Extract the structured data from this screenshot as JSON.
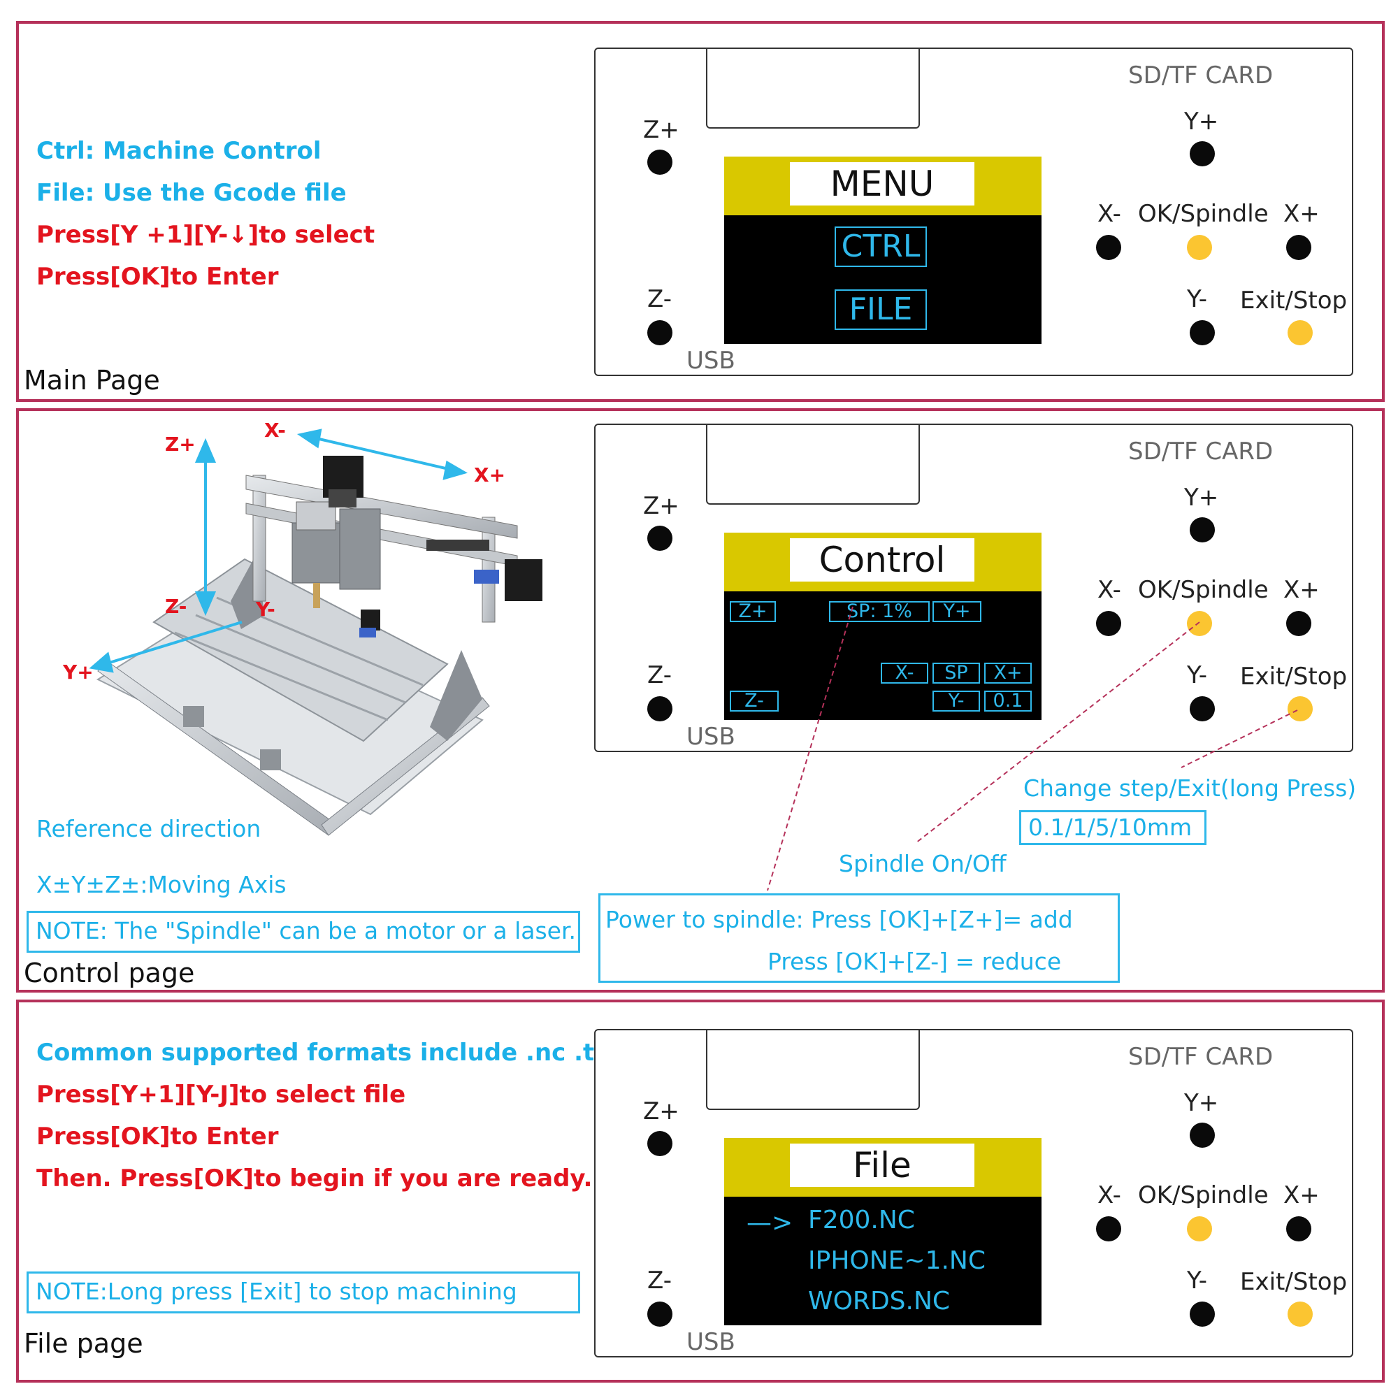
{
  "colors": {
    "border": "#b5315a",
    "cyan": "#1bb0e8",
    "red": "#e3141e",
    "lcd_yellow": "#d9c800",
    "button_yellow": "#fbc531"
  },
  "controller": {
    "sd_label": "SD/TF CARD",
    "usb_label": "USB",
    "z_plus": "Z+",
    "z_minus": "Z-",
    "y_plus": "Y+",
    "y_minus": "Y-",
    "x_minus": "X-",
    "x_plus": "X+",
    "ok_spindle": "OK/Spindle",
    "exit_stop": "Exit/Stop"
  },
  "main_page": {
    "title": "Main Page",
    "lines": [
      {
        "text": "Ctrl: Machine Control",
        "color": "cyan"
      },
      {
        "text": "File: Use the Gcode file",
        "color": "cyan"
      },
      {
        "text": "Press[Y +1][Y-↓]to select",
        "color": "red"
      },
      {
        "text": "Press[OK]to Enter",
        "color": "red"
      }
    ],
    "screen": {
      "header": "MENU",
      "items": [
        "CTRL",
        "FILE"
      ]
    }
  },
  "control_page": {
    "title": "Control page",
    "axis_labels": {
      "z_plus": "Z+",
      "z_minus": "Z-",
      "x_minus": "X-",
      "x_plus": "X+",
      "y_plus": "Y+",
      "y_minus": "Y-"
    },
    "reference": "Reference direction",
    "moving_axis": "X±Y±Z±:Moving Axis",
    "note": "NOTE: The \"Spindle\" can be a motor or a laser.",
    "screen": {
      "header": "Control",
      "z_plus": "Z+",
      "sp_percent": "SP:  1%",
      "y_plus": "Y+",
      "x_minus": "X-",
      "sp": "SP",
      "x_plus": "X+",
      "z_minus": "Z-",
      "y_minus": "Y-",
      "step": "0.1"
    },
    "change_step": "Change step/Exit(long Press)",
    "step_values": "0.1/1/5/10mm",
    "spindle_onoff": "Spindle On/Off",
    "power_line1": "Power to spindle: Press [OK]+[Z+]= add",
    "power_line2": "Press [OK]+[Z-] = reduce"
  },
  "file_page": {
    "title": "File page",
    "lines": [
      {
        "text": "Common supported formats include .nc .txt .tap",
        "color": "cyan"
      },
      {
        "text": "Press[Y+1][Y-J]to select file",
        "color": "red"
      },
      {
        "text": "Press[OK]to Enter",
        "color": "red"
      },
      {
        "text": "Then. Press[OK]to begin if you are ready.",
        "color": "red"
      }
    ],
    "note": "NOTE:Long press [Exit] to stop machining",
    "screen": {
      "header": "File",
      "arrow": "—>",
      "files": [
        "F200.NC",
        "IPHONE~1.NC",
        "WORDS.NC"
      ]
    }
  }
}
